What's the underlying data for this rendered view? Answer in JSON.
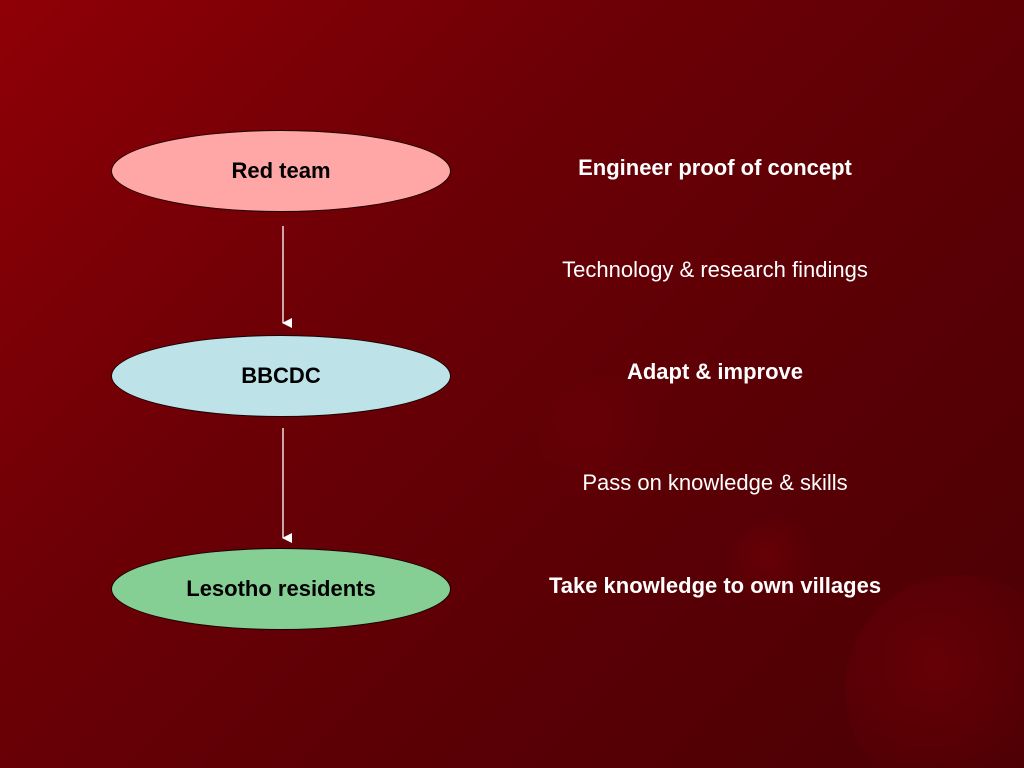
{
  "diagram": {
    "nodes": [
      {
        "id": "red-team",
        "label": "Red team",
        "fill": "#ffa6a6"
      },
      {
        "id": "bbcdc",
        "label": "BBCDC",
        "fill": "#bde3e8"
      },
      {
        "id": "lesotho-residents",
        "label": "Lesotho residents",
        "fill": "#85cf95"
      }
    ],
    "edges": [
      {
        "from": "red-team",
        "to": "bbcdc"
      },
      {
        "from": "bbcdc",
        "to": "lesotho-residents"
      }
    ],
    "annotations": [
      {
        "text": "Engineer proof of concept",
        "bold": true
      },
      {
        "text": "Technology & research findings",
        "bold": false
      },
      {
        "text": "Adapt & improve",
        "bold": true
      },
      {
        "text": "Pass on knowledge & skills",
        "bold": false
      },
      {
        "text": "Take knowledge to own villages",
        "bold": true
      }
    ]
  },
  "colors": {
    "background": "#6c0006",
    "text_light": "#ffffff",
    "arrow": "#ffffff"
  }
}
